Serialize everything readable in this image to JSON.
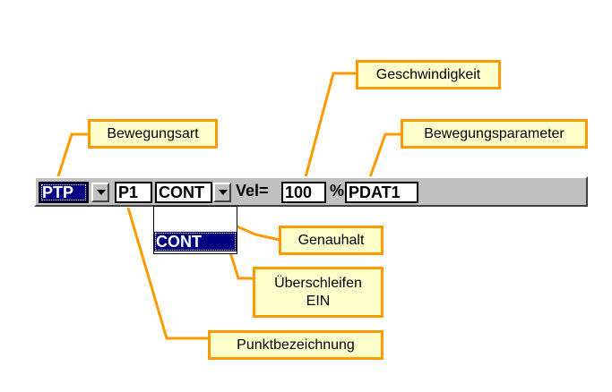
{
  "toolbar": {
    "motion_type": "PTP",
    "point": "P1",
    "approx": "CONT",
    "vel_label": "Vel=",
    "vel_value": "100",
    "vel_unit": "%",
    "param": "PDAT1"
  },
  "dropdown": {
    "options": [
      "",
      "CONT"
    ]
  },
  "callouts": {
    "motion_type": "Bewegungsart",
    "velocity": "Geschwindigkeit",
    "motion_params": "Bewegungsparameter",
    "exact_stop": "Genauhalt",
    "approx_on_line1": "Überschleifen",
    "approx_on_line2": "EIN",
    "point_name": "Punktbezeichnung"
  },
  "colors": {
    "callout_border": "#ff9900",
    "callout_fill": "#ffffcc",
    "selection": "#000080"
  }
}
